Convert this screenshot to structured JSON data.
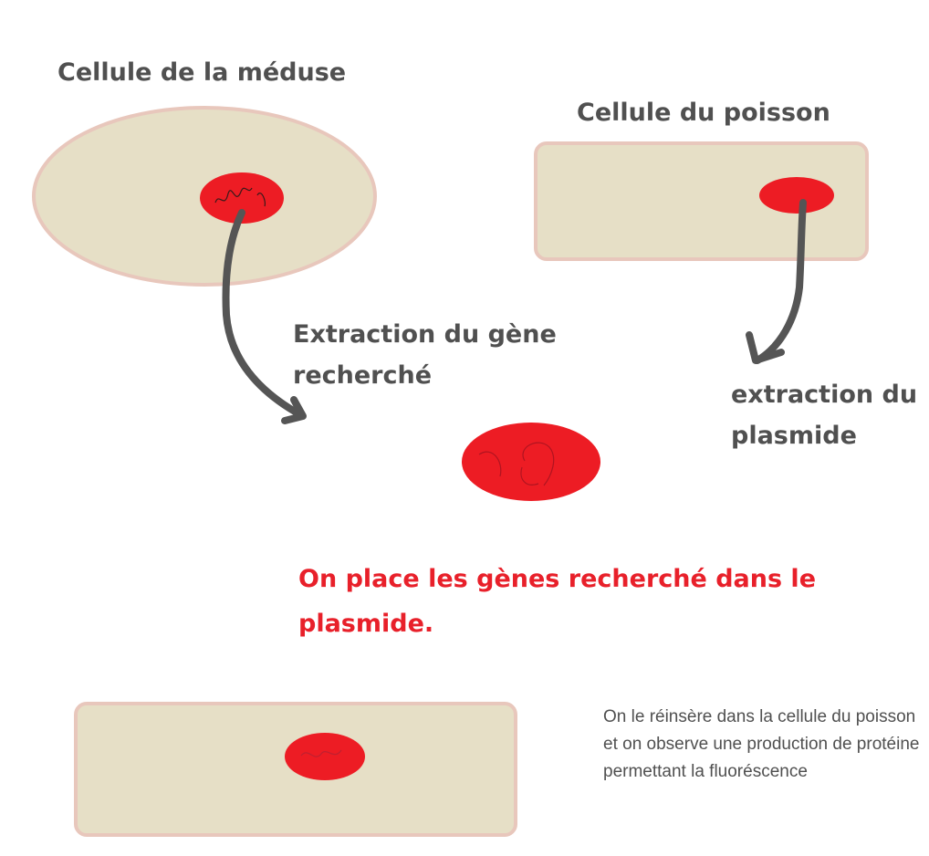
{
  "labels": {
    "jellyfish_cell": "Cellule de la méduse",
    "fish_cell": "Cellule du poisson",
    "gene_extraction_line1": "Extraction du gène",
    "gene_extraction_line2": "recherché",
    "plasmid_extraction_line1": "extraction du",
    "plasmid_extraction_line2": "plasmide",
    "insertion_line1": "On place les gènes recherché dans le",
    "insertion_line2": "plasmide.",
    "reinsertion_note": "On le réinsère dans la cellule du poisson et on observe une production de protéine permettant la fluoréscence"
  },
  "colors": {
    "cytoplasm": "#e6dfc6",
    "membrane": "#e8c7bc",
    "nucleus": "#ed1c24",
    "arrow": "#555555",
    "heading": "#505050",
    "highlight": "#e8202a"
  }
}
